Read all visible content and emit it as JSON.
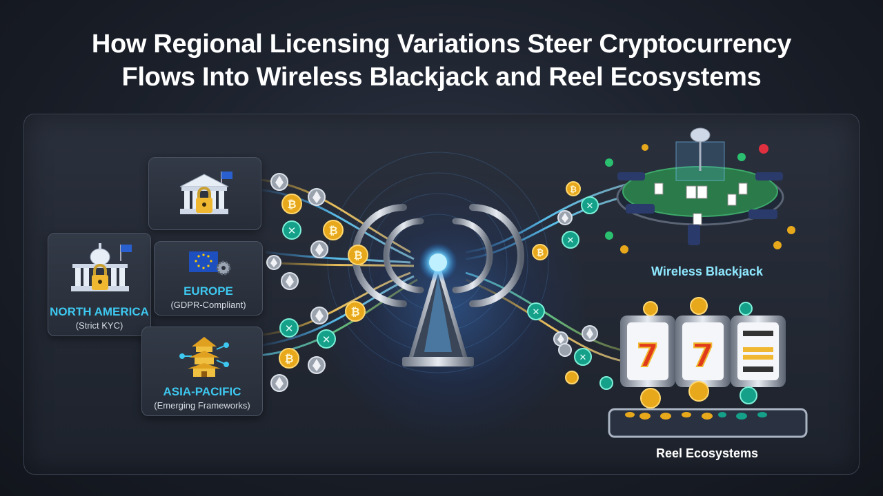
{
  "title_line1": "How Regional Licensing Variations Steer Cryptocurrency",
  "title_line2": "Flows Into Wireless Blackjack and Reel Ecosystems",
  "regions": {
    "north_america": {
      "label": "NORTH AMERICA",
      "sub": "(Strict KYC)"
    },
    "europe": {
      "label": "EUROPE",
      "sub": "(GDPR-Compliant)"
    },
    "asia_pacific": {
      "label": "ASIA-PACIFIC",
      "sub": "(Emerging Frameworks)"
    }
  },
  "destinations": {
    "blackjack": {
      "label": "Wireless Blackjack"
    },
    "reels": {
      "label": "Reel Ecosystems"
    }
  },
  "icons": {
    "bitcoin": "₿",
    "ethereum": "◆",
    "ripple": "✕",
    "slot_symbol": "7"
  },
  "colors": {
    "accent_cyan": "#3ec8f0",
    "bitcoin_gold": "#e8a81c",
    "ripple_teal": "#1aa890",
    "ethereum_silver": "#b8bec8",
    "table_green": "#2a7a4a"
  }
}
